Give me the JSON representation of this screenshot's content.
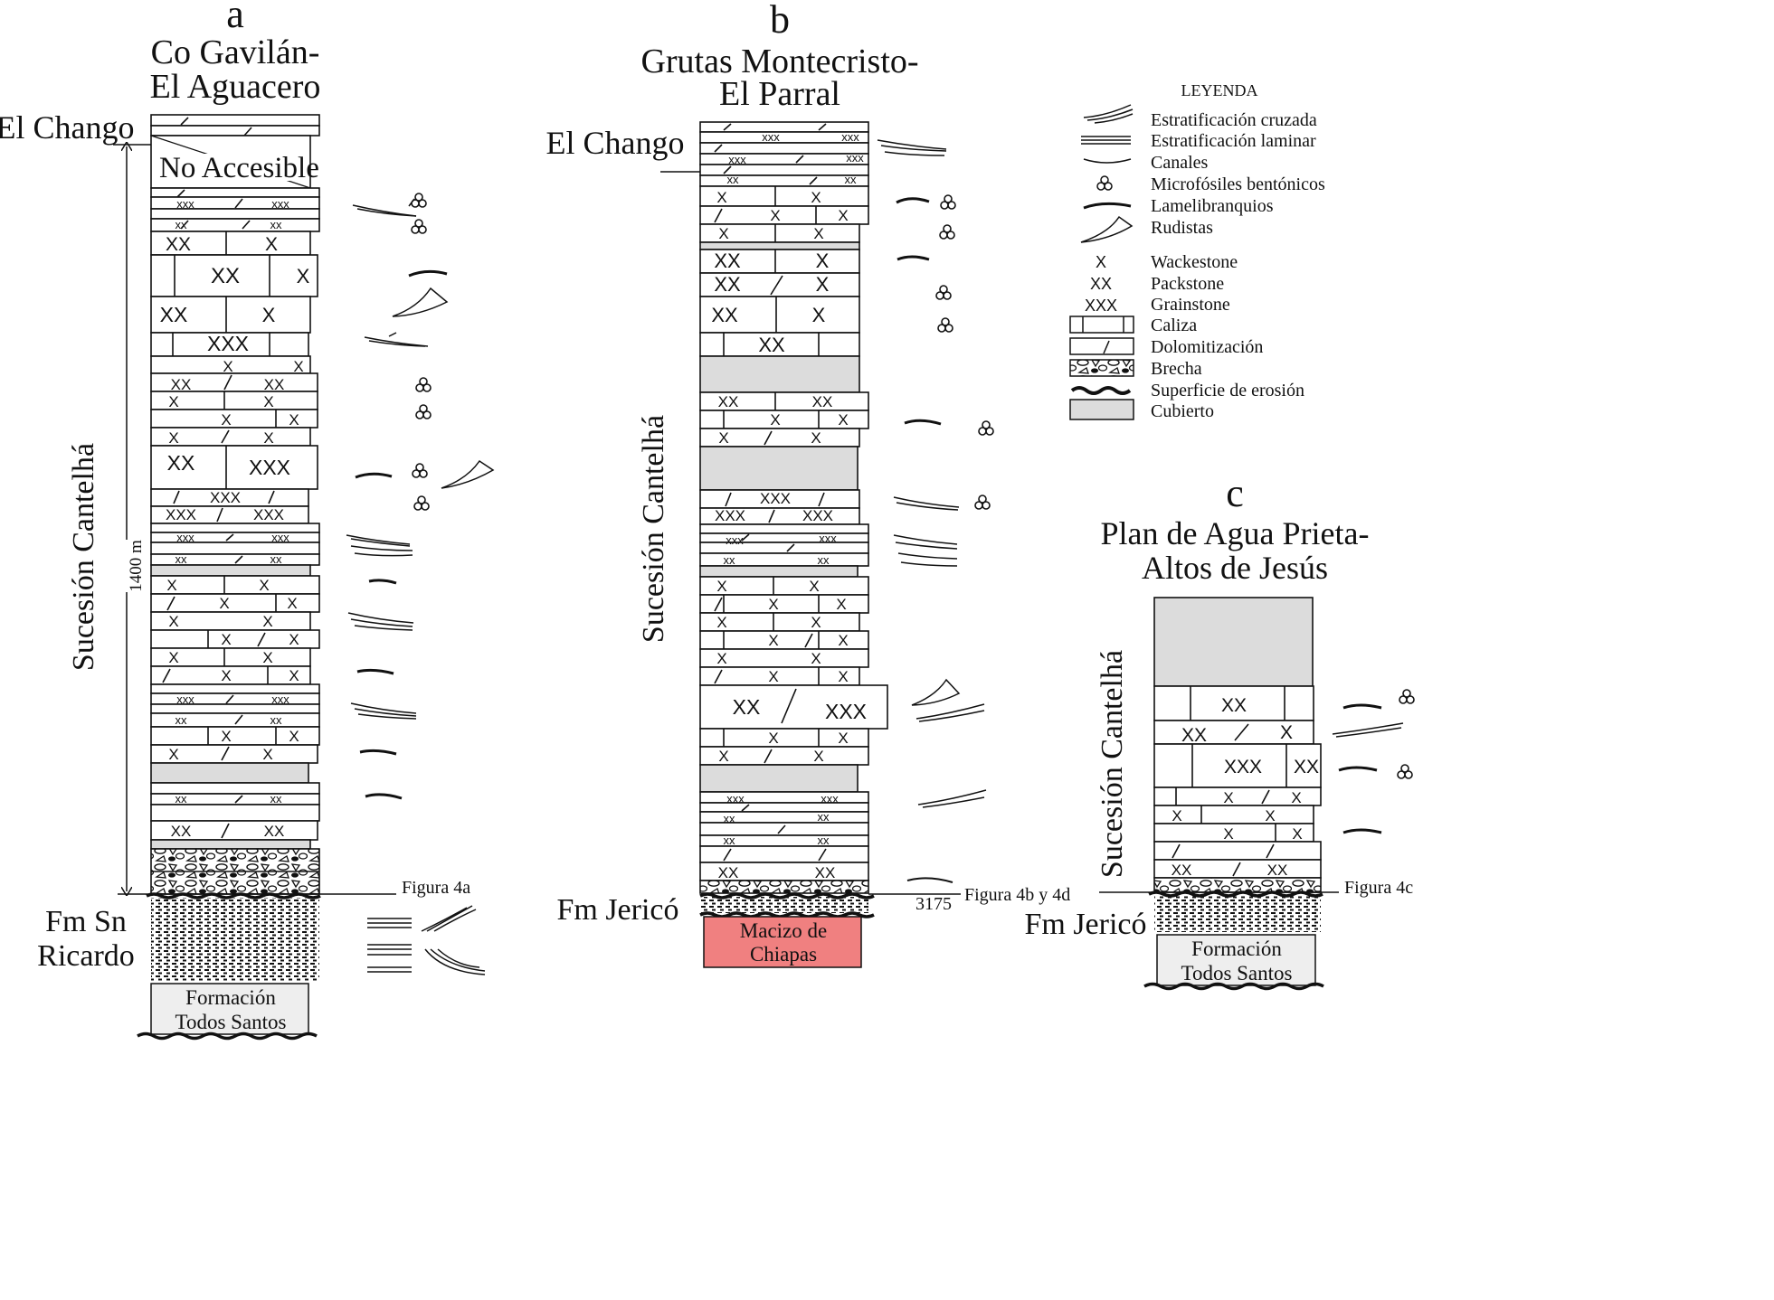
{
  "columns": {
    "a": {
      "letter": "a",
      "title_line1": "Co Gavilán-",
      "title_line2": "El Aguacero",
      "top_unit": "El Chango",
      "inaccessible": "No Accesible",
      "succession": "Sucesión  Cantelhá",
      "thickness": "1400 m",
      "bottom_unit_line1": "Fm Sn",
      "bottom_unit_line2": "Ricardo",
      "base_line1": "Formación",
      "base_line2": "Todos Santos",
      "figure_ref": "Figura 4a"
    },
    "b": {
      "letter": "b",
      "title_line1": "Grutas Montecristo-",
      "title_line2": "El Parral",
      "top_unit": "El Chango",
      "succession": "Sucesión Cantelhá",
      "bottom_unit": "Fm Jericó",
      "base_line1": "Macizo de",
      "base_line2": "Chiapas",
      "figure_ref": "Figura 4b y 4d",
      "elevation": "3175",
      "base_color": "#f08080"
    },
    "c": {
      "letter": "c",
      "title_line1": "Plan de Agua Prieta-",
      "title_line2": "Altos de Jesús",
      "succession": "Sucesión Cantelhá",
      "bottom_unit": "Fm Jericó",
      "base_line1": "Formación",
      "base_line2": "Todos Santos",
      "figure_ref": "Figura 4c"
    }
  },
  "legend": {
    "title": "LEYENDA",
    "items": [
      {
        "symbol": "cross-bedding-icon",
        "label": "Estratificación cruzada"
      },
      {
        "symbol": "laminar-bedding-icon",
        "label": "Estratificación laminar"
      },
      {
        "symbol": "channel-icon",
        "label": "Canales"
      },
      {
        "symbol": "benthic-microfossil-icon",
        "label": "Microfósiles bentónicos"
      },
      {
        "symbol": "lamellibranch-icon",
        "label": "Lamelibranquios"
      },
      {
        "symbol": "rudist-icon",
        "label": "Rudistas"
      },
      {
        "symbol": "X",
        "label": "Wackestone"
      },
      {
        "symbol": "XX",
        "label": "Packstone"
      },
      {
        "symbol": "XXX",
        "label": "Grainstone"
      },
      {
        "symbol": "limestone-icon",
        "label": "Caliza"
      },
      {
        "symbol": "dolomitization-icon",
        "label": "Dolomitización"
      },
      {
        "symbol": "breccia-icon",
        "label": "Brecha"
      },
      {
        "symbol": "erosion-surface-icon",
        "label": "Superficie de erosión"
      },
      {
        "symbol": "covered-icon",
        "label": "Cubierto"
      }
    ]
  },
  "colors": {
    "covered": "#dcdcdc",
    "ink": "#111111",
    "base_box": "#eeeeee"
  }
}
